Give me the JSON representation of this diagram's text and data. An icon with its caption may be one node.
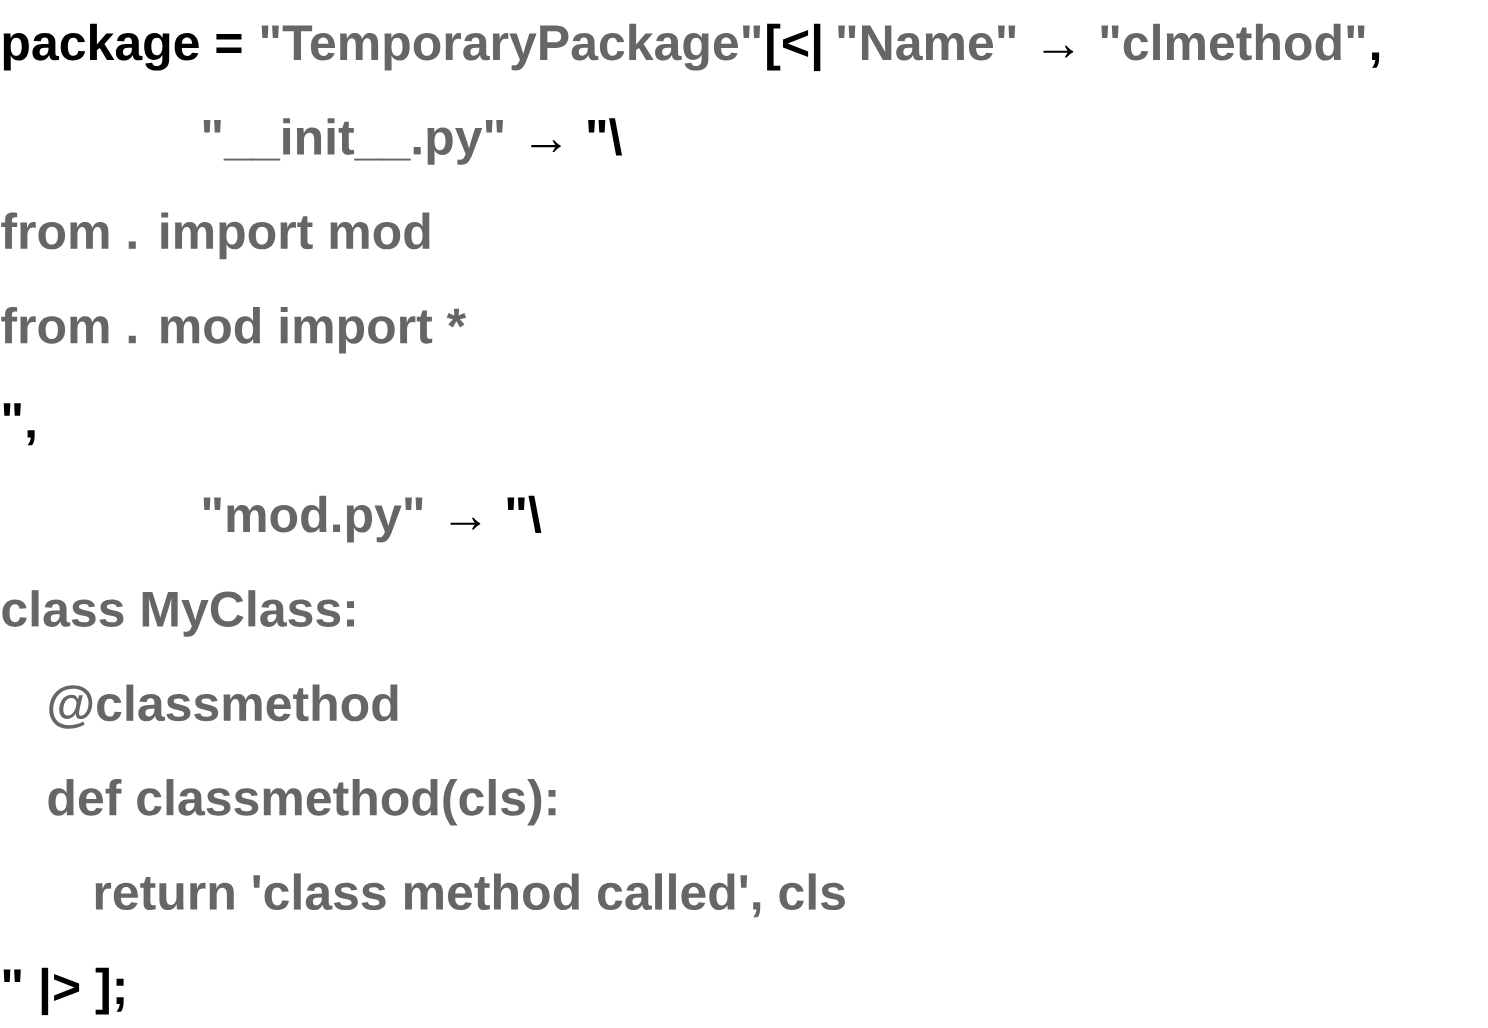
{
  "diagram": {
    "labels": [
      "package =",
      "\"TemporaryPackage\"",
      "[<|",
      "\"Name\"",
      "→",
      "\"clmethod\"",
      ",",
      "\"__init__.py\"",
      "→ \"\\",
      "from . import mod",
      "from . mod import *",
      "\",",
      "\"mod.py\"",
      "→ \"\\",
      "class MyClass:",
      "@classmethod",
      "def classmethod(cls):",
      "return 'class method called', cls",
      "\" |> ];"
    ]
  }
}
